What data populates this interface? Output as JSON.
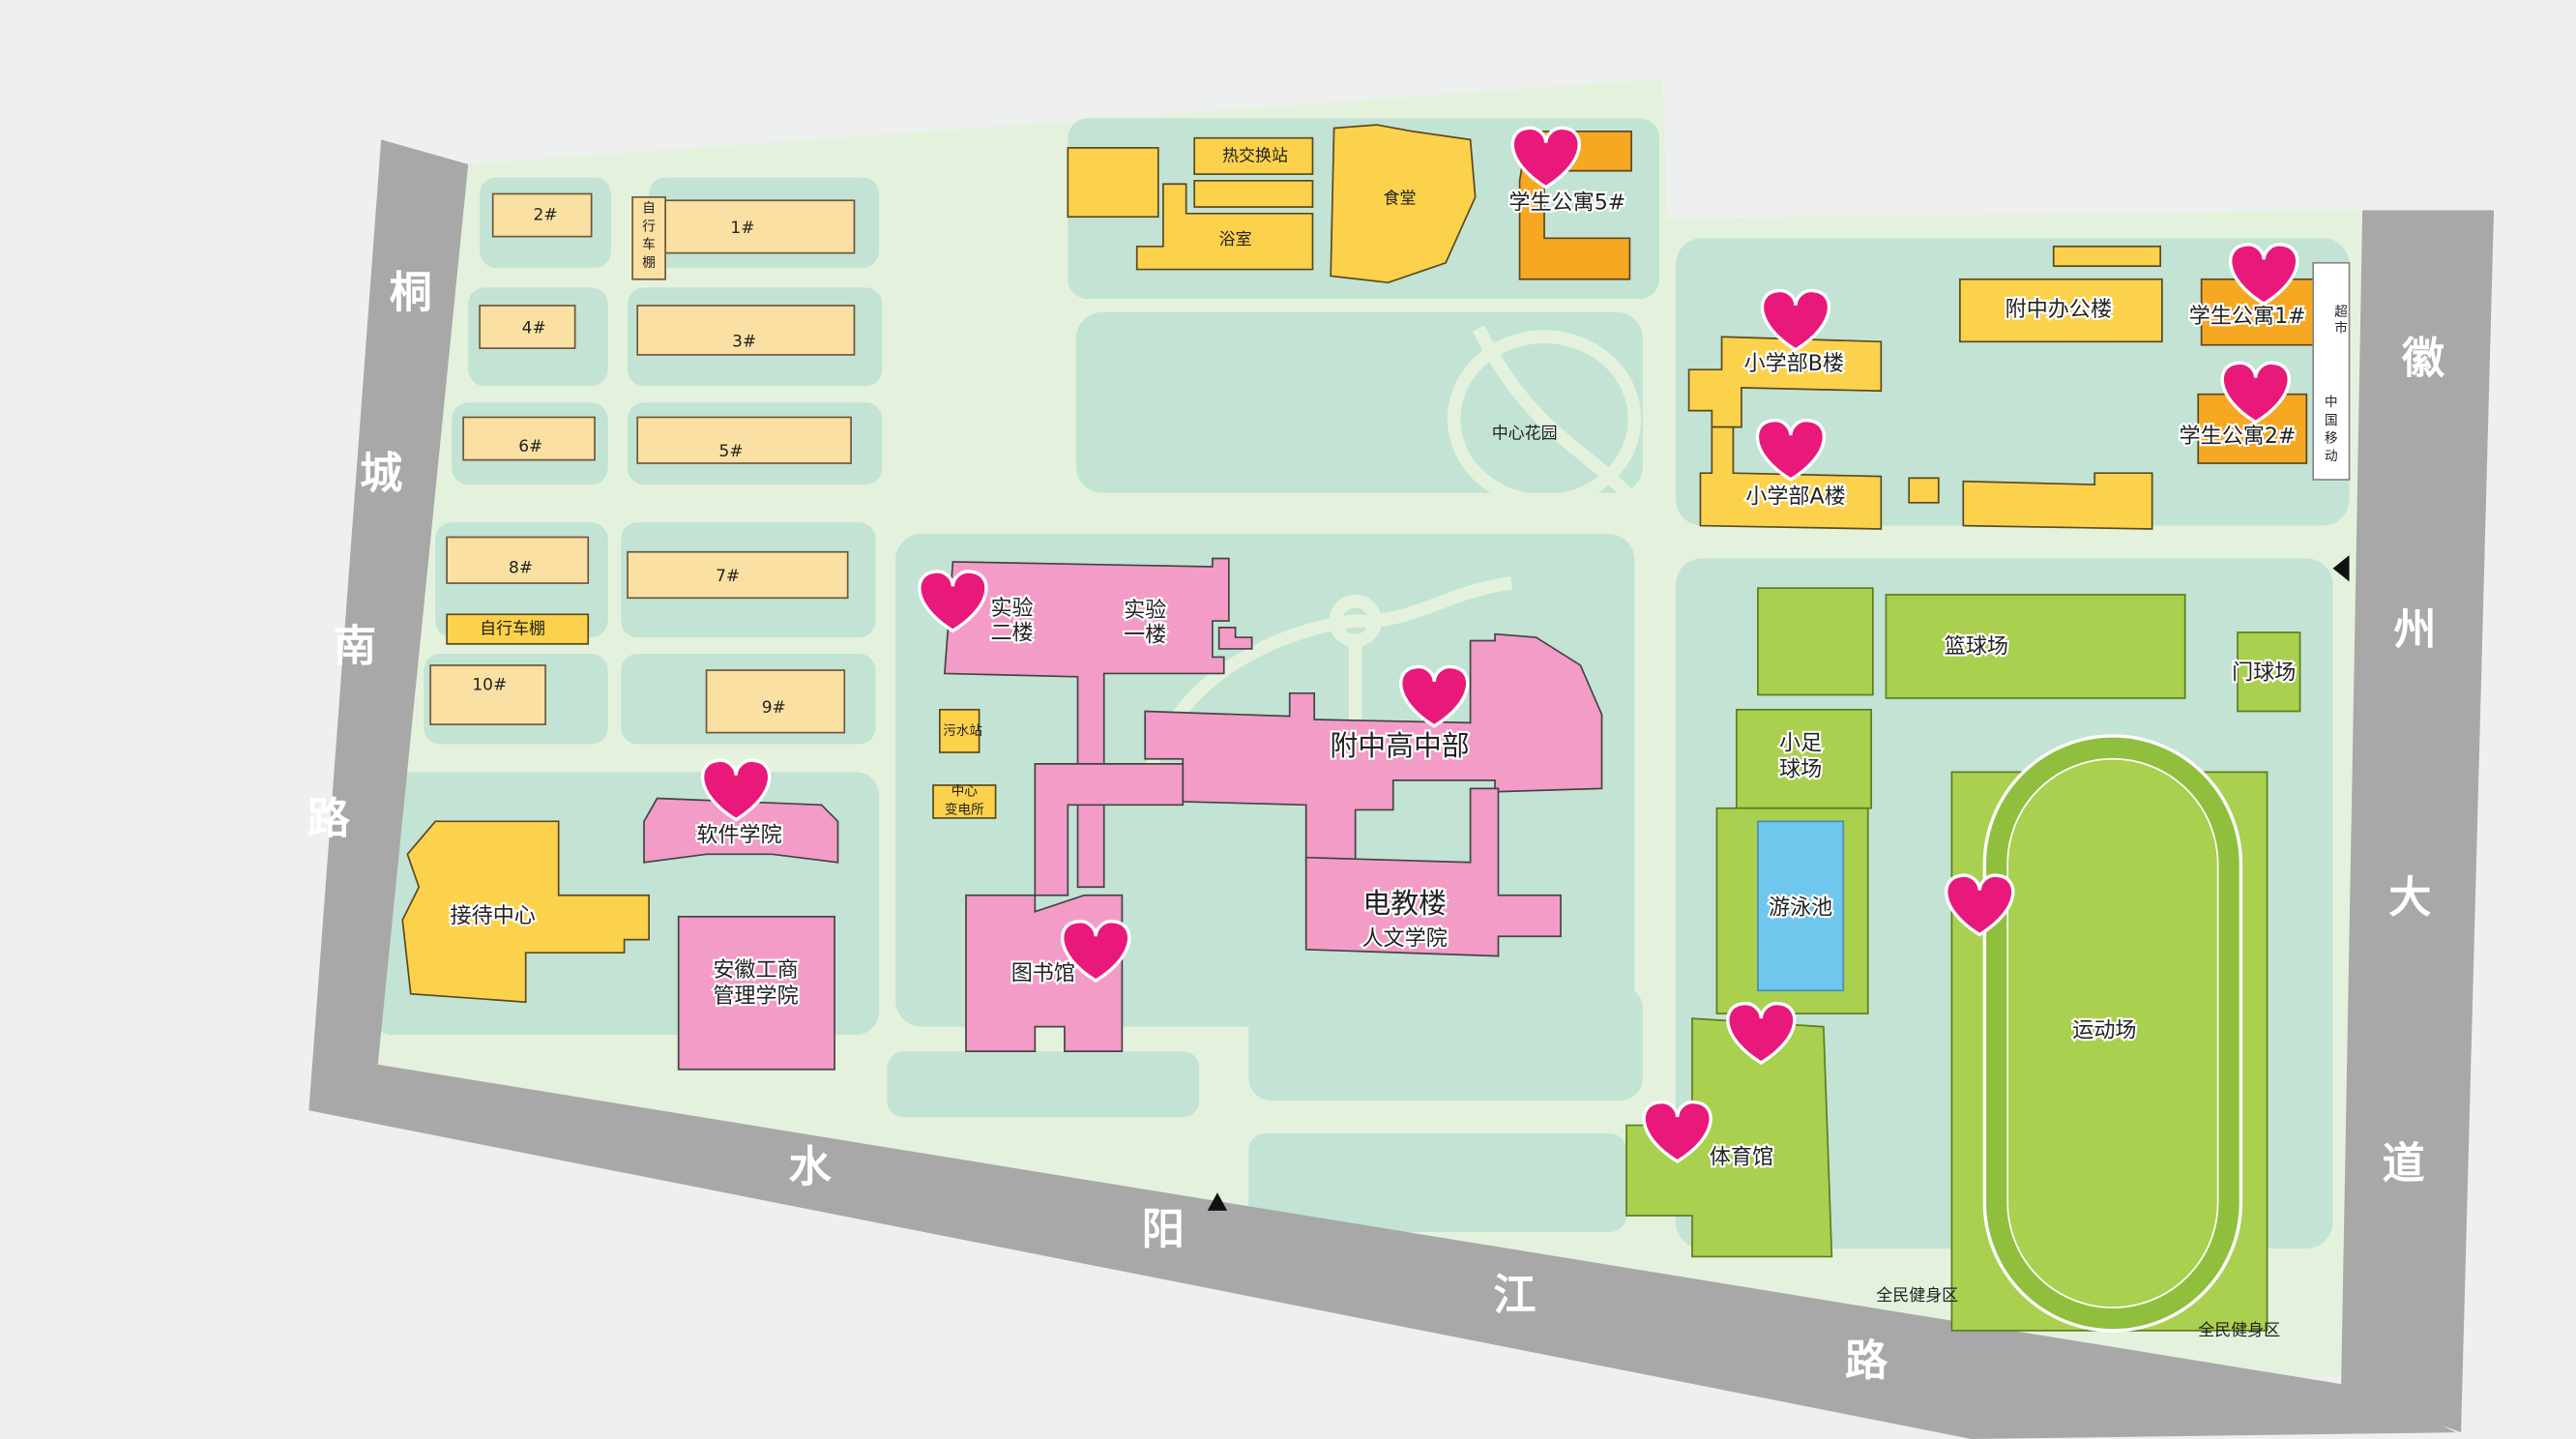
{
  "roads": {
    "west": [
      "桐",
      "城",
      "南",
      "路"
    ],
    "south": [
      "水",
      "阳",
      "江",
      "路"
    ],
    "east": [
      "徽",
      "州",
      "大",
      "道"
    ]
  },
  "residences": {
    "r2": "2#",
    "r1": "1#",
    "r4": "4#",
    "r3": "3#",
    "r6": "6#",
    "r5": "5#",
    "r8": "8#",
    "r7": "7#",
    "r10": "10#",
    "r9": "9#"
  },
  "bike_shed_vertical": [
    "自",
    "行",
    "车",
    "棚"
  ],
  "bike_shed": "自行车棚",
  "north": {
    "heat_exchange": "热交换站",
    "bathhouse": "浴室",
    "canteen": "食堂",
    "dorm5": "学生公寓5#"
  },
  "east_area": {
    "office": "附中办公楼",
    "dorm1": "学生公寓1#",
    "dorm2": "学生公寓2#",
    "supermarket": [
      "超",
      "市"
    ],
    "china_mobile": [
      "中",
      "国",
      "移",
      "动"
    ],
    "primary_b": "小学部B楼",
    "primary_a": "小学部A楼",
    "garden": "中心花园"
  },
  "central": {
    "lab2": [
      "实验",
      "二楼"
    ],
    "lab1": [
      "实验",
      "一楼"
    ],
    "sewage": "污水站",
    "substation": [
      "中心",
      "变电所"
    ],
    "high_school": "附中高中部",
    "software": "软件学院",
    "reception": "接待中心",
    "business": [
      "安徽工商",
      "管理学院"
    ],
    "library": "图书馆",
    "av_building": "电教楼",
    "humanities": "人文学院"
  },
  "sports": {
    "basketball": "篮球场",
    "gateball": "门球场",
    "football": [
      "小足",
      "球场"
    ],
    "pool": "游泳池",
    "stadium": "运动场",
    "gym": "体育馆",
    "fitness1": "全民健身区",
    "fitness2": "全民健身区"
  },
  "colors": {
    "marker": "#e8197a",
    "residential": "#fbe0a3",
    "service": "#fcd24c",
    "dorm": "#f7a823",
    "academic": "#f39cc8",
    "sports": "#a9d04f",
    "pool": "#6fc7ee",
    "road": "#a8a8a8"
  }
}
